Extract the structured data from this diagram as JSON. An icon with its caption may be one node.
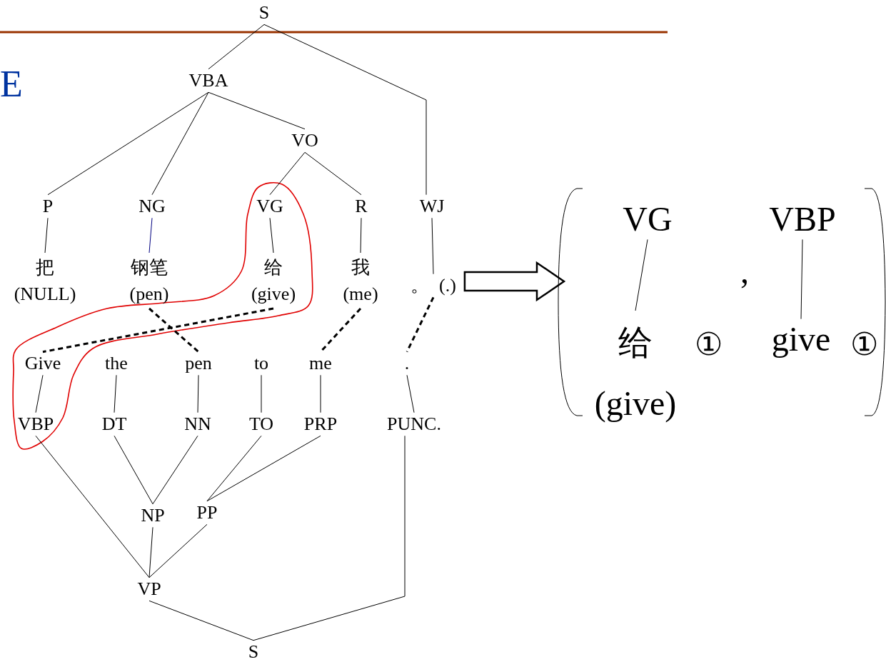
{
  "diagram": {
    "nodes": [
      {
        "text": [
          "S"
        ]
      },
      {
        "text": [
          "VBA"
        ]
      },
      {
        "text": [
          "VO"
        ]
      },
      {
        "text": [
          "P"
        ]
      },
      {
        "text": [
          "NG"
        ]
      },
      {
        "text": [
          "VG"
        ]
      },
      {
        "text": [
          "R"
        ]
      },
      {
        "text": [
          "WJ"
        ]
      },
      {
        "text": [
          "把",
          "(NULL)"
        ]
      },
      {
        "text": [
          "钢笔",
          "(pen)"
        ]
      },
      {
        "text": [
          "给",
          "(give)"
        ]
      },
      {
        "text": [
          "我",
          "(me)"
        ]
      },
      {
        "text": [
          "。",
          "(.)"
        ]
      },
      {
        "text": [
          "Give"
        ]
      },
      {
        "text": [
          "the"
        ]
      },
      {
        "text": [
          "pen"
        ]
      },
      {
        "text": [
          "to"
        ]
      },
      {
        "text": [
          "me"
        ]
      },
      {
        "text": [
          "."
        ]
      },
      {
        "text": [
          "VBP"
        ]
      },
      {
        "text": [
          "DT"
        ]
      },
      {
        "text": [
          "NN"
        ]
      },
      {
        "text": [
          "TO"
        ]
      },
      {
        "text": [
          "PRP"
        ]
      },
      {
        "text": [
          "PUNC."
        ]
      },
      {
        "text": [
          "NP"
        ]
      },
      {
        "text": [
          "PP"
        ]
      },
      {
        "text": [
          "VP"
        ]
      },
      {
        "text": [
          "S"
        ]
      },
      {
        "text": [],
        "shape": "bracket"
      },
      {
        "text": [
          "VG"
        ],
        "in": 29
      },
      {
        "text": [
          "给",
          "(give)"
        ],
        "in": 29
      },
      {
        "text": [
          "VBP"
        ],
        "in": 29
      },
      {
        "text": [
          "give"
        ],
        "in": 29
      }
    ],
    "edges": [
      {
        "from": 0,
        "to": 1,
        "arrow": "none"
      },
      {
        "from": 0,
        "to": 7,
        "arrow": "none"
      },
      {
        "from": 1,
        "to": 3,
        "arrow": "none"
      },
      {
        "from": 1,
        "to": 4,
        "arrow": "none"
      },
      {
        "from": 1,
        "to": 2,
        "arrow": "none"
      },
      {
        "from": 2,
        "to": 5,
        "arrow": "none"
      },
      {
        "from": 2,
        "to": 6,
        "arrow": "none"
      },
      {
        "from": 3,
        "to": 8,
        "arrow": "none"
      },
      {
        "from": 4,
        "to": 9,
        "arrow": "none",
        "color": "#000080"
      },
      {
        "from": 5,
        "to": 10,
        "arrow": "none"
      },
      {
        "from": 6,
        "to": 11,
        "arrow": "none"
      },
      {
        "from": 7,
        "to": 12,
        "arrow": "none"
      },
      {
        "from": 10,
        "to": 13,
        "arrow": "none",
        "style": "dashed"
      },
      {
        "from": 9,
        "to": 15,
        "arrow": "none",
        "style": "dashed"
      },
      {
        "from": 11,
        "to": 17,
        "arrow": "none",
        "style": "dashed"
      },
      {
        "from": 12,
        "to": 18,
        "arrow": "none",
        "style": "dashed"
      },
      {
        "from": 13,
        "to": 19,
        "arrow": "none"
      },
      {
        "from": 14,
        "to": 20,
        "arrow": "none"
      },
      {
        "from": 15,
        "to": 21,
        "arrow": "none"
      },
      {
        "from": 16,
        "to": 22,
        "arrow": "none"
      },
      {
        "from": 17,
        "to": 23,
        "arrow": "none"
      },
      {
        "from": 18,
        "to": 24,
        "arrow": "none"
      },
      {
        "from": 20,
        "to": 25,
        "arrow": "none"
      },
      {
        "from": 21,
        "to": 25,
        "arrow": "none"
      },
      {
        "from": 22,
        "to": 26,
        "arrow": "none"
      },
      {
        "from": 23,
        "to": 26,
        "arrow": "none"
      },
      {
        "from": 19,
        "to": 27,
        "arrow": "none"
      },
      {
        "from": 25,
        "to": 27,
        "arrow": "none"
      },
      {
        "from": 26,
        "to": 27,
        "arrow": "none"
      },
      {
        "from": 27,
        "to": 28,
        "arrow": "none"
      },
      {
        "from": 24,
        "to": 28,
        "arrow": "none"
      },
      {
        "from": 30,
        "to": 31,
        "arrow": "none"
      },
      {
        "from": 32,
        "to": 33,
        "arrow": "none"
      },
      {
        "from": 12,
        "to": 29,
        "arrow": "to",
        "style": "thick"
      }
    ],
    "labels": [
      "E",
      ",",
      "①",
      "①"
    ]
  }
}
